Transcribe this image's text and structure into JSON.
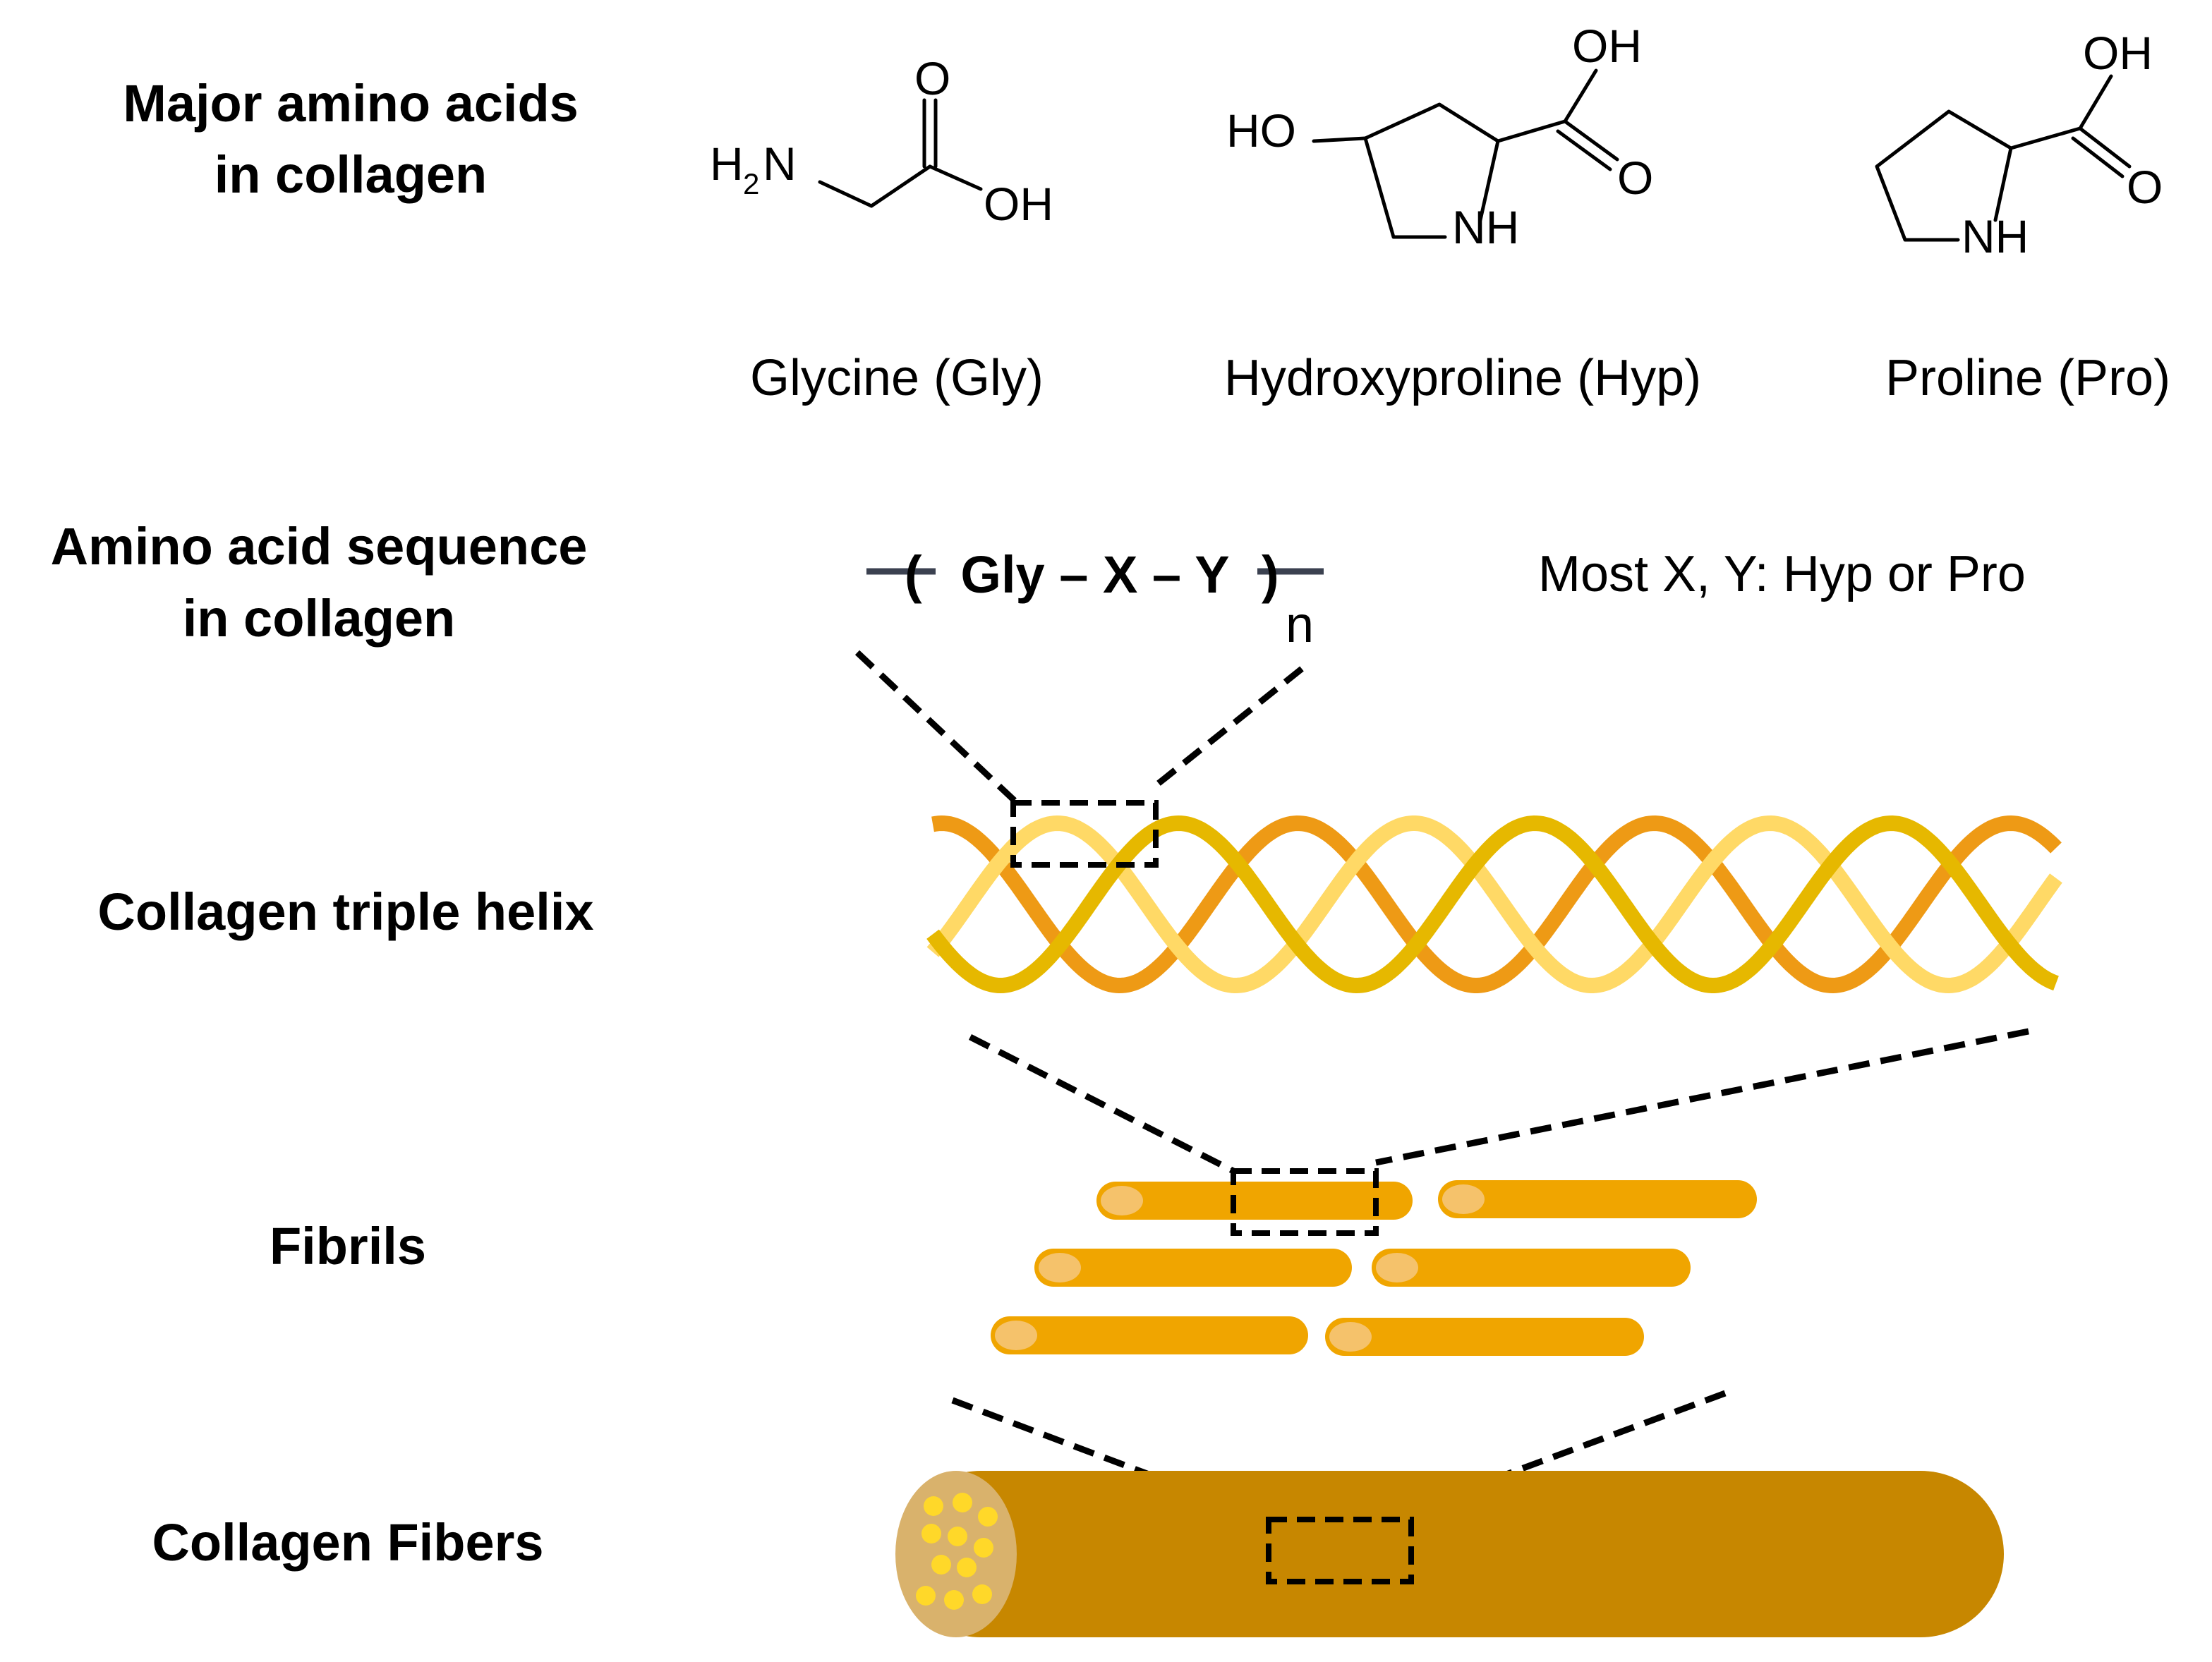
{
  "labels": {
    "major_line1": "Major amino acids",
    "major_line2": "in collagen",
    "seq_line1": "Amino acid sequence",
    "seq_line2": "in collagen",
    "helix": "Collagen triple helix",
    "fibrils": "Fibrils",
    "fibers": "Collagen Fibers"
  },
  "molecules": {
    "glycine": {
      "caption": "Glycine (Gly)",
      "atoms": {
        "amine": "H",
        "amine_sub": "2",
        "amine_n": "N",
        "carbonyl_o": "O",
        "hydroxyl": "OH"
      }
    },
    "hydroxyproline": {
      "caption": "Hydroxyproline (Hyp)",
      "atoms": {
        "ring_oh": "HO",
        "nh": "NH",
        "acid_oh": "OH",
        "carbonyl_o": "O"
      }
    },
    "proline": {
      "caption": "Proline (Pro)",
      "atoms": {
        "nh": "NH",
        "acid_oh": "OH",
        "carbonyl_o": "O"
      }
    }
  },
  "sequence": {
    "open": "(",
    "body": "Gly – X – Y",
    "close": ")",
    "subscript": "n",
    "note": "Most X, Y: Hyp or Pro"
  },
  "colors": {
    "helix_strand_dark": "#EE9A15",
    "helix_strand_mid": "#E6B800",
    "helix_strand_light": "#FFD966",
    "fibril_body": "#F0A500",
    "fibril_cap": "#F5C26B",
    "fiber_body": "#C78700",
    "fiber_end": "#D9B26C",
    "fiber_dots": "#FFD829",
    "sequence_bar": "#3B4150"
  }
}
